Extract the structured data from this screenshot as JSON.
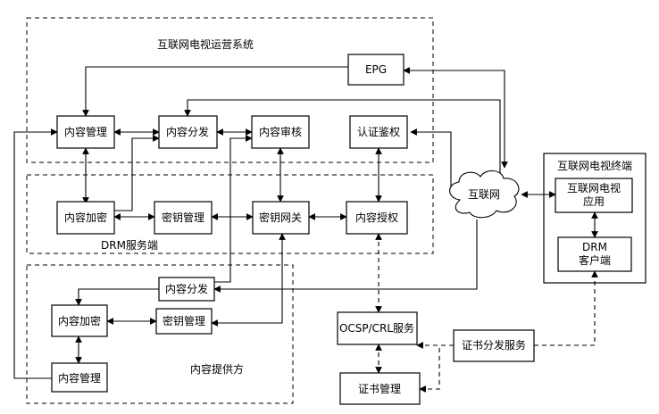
{
  "regions": {
    "operation": "互联网电视运营系统",
    "drm_server": "DRM服务端",
    "provider": "内容提供方",
    "terminal": "互联网电视终端"
  },
  "nodes": {
    "epg": "EPG",
    "op_content_mgmt": "内容管理",
    "op_content_dist": "内容分发",
    "op_content_review": "内容审核",
    "op_auth": "认证鉴权",
    "drm_encrypt": "内容加密",
    "drm_key_mgmt": "密钥管理",
    "drm_key_gateway": "密钥网关",
    "drm_license": "内容授权",
    "internet": "互联网",
    "tv_app_line1": "互联网电视",
    "tv_app_line2": "应用",
    "drm_client_line1": "DRM",
    "drm_client_line2": "客户端",
    "pv_content_dist": "内容分发",
    "pv_encrypt": "内容加密",
    "pv_key_mgmt": "密钥管理",
    "pv_content_mgmt": "内容管理",
    "ocsp": "OCSP/CRL服务",
    "cert_dist": "证书分发服务",
    "cert_mgmt": "证书管理"
  }
}
